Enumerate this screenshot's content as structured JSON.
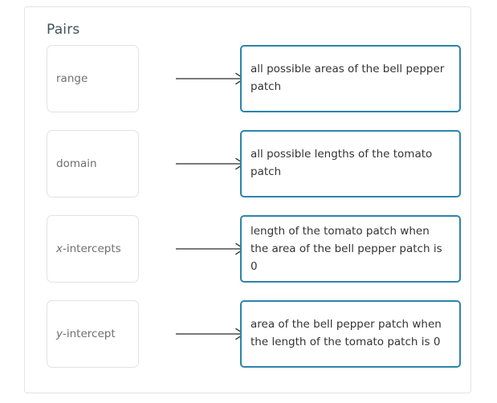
{
  "panel": {
    "title": "Pairs"
  },
  "colors": {
    "panel_border": "#e3e3e3",
    "title_text": "#41505f",
    "term_card_border": "#e2e2e2",
    "term_label_text": "#6f6f6f",
    "definition_card_border": "#2c84ab",
    "definition_text": "#333333",
    "arrow": "#2b2b2b",
    "background": "#ffffff"
  },
  "pairs": [
    {
      "term_prefix": "",
      "term_italic": "",
      "term": "range",
      "arrow_icon": "arrow-right-icon",
      "definition": "all possible areas of the bell pepper patch",
      "definition_lines": 2
    },
    {
      "term_prefix": "",
      "term_italic": "",
      "term": "domain",
      "arrow_icon": "arrow-right-icon",
      "definition": "all possible lengths of the tomato patch",
      "definition_lines": 2
    },
    {
      "term_prefix": "",
      "term_italic": "x",
      "term": "-intercepts",
      "arrow_icon": "arrow-right-icon",
      "definition": "length of the tomato patch when the area of the bell pepper patch is 0",
      "definition_lines": 3
    },
    {
      "term_prefix": "",
      "term_italic": "y",
      "term": "-intercept",
      "arrow_icon": "arrow-right-icon",
      "definition": "area of the bell pepper patch when the length of the tomato patch is 0",
      "definition_lines": 2
    }
  ]
}
